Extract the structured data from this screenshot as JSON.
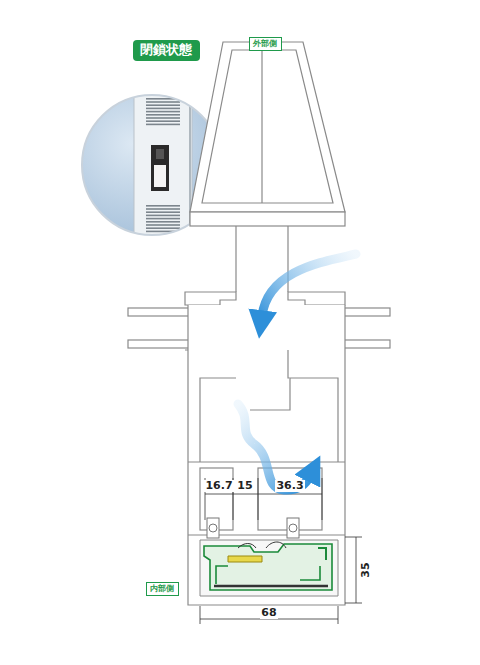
{
  "diagram": {
    "nodes": [
      {
        "text": [
          "閉鎖状態"
        ]
      },
      {
        "text": [
          "外部側"
        ]
      },
      {
        "text": [
          "内部側"
        ]
      }
    ],
    "labels": [
      "16.7",
      "15",
      "36.3",
      "35",
      "68"
    ]
  }
}
